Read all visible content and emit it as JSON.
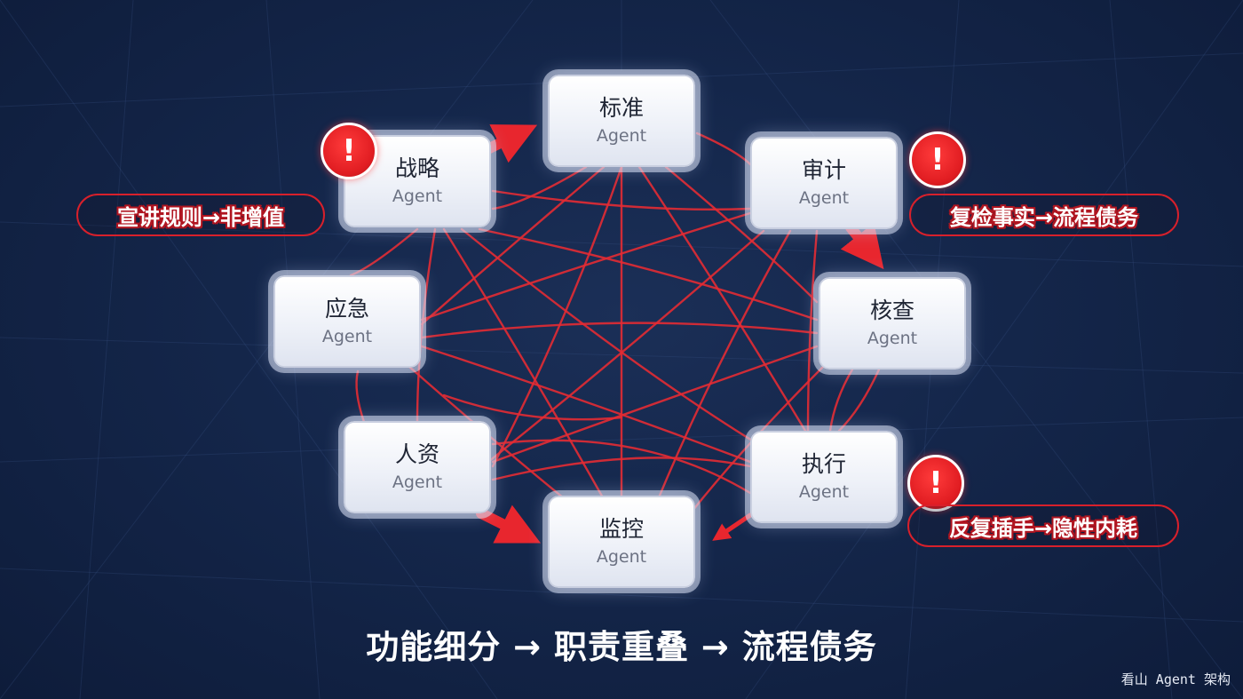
{
  "nodes": [
    {
      "id": "biaozhun",
      "name": "标准",
      "sub": "Agent"
    },
    {
      "id": "zhanlue",
      "name": "战略",
      "sub": "Agent"
    },
    {
      "id": "shenji",
      "name": "审计",
      "sub": "Agent"
    },
    {
      "id": "yingji",
      "name": "应急",
      "sub": "Agent"
    },
    {
      "id": "hecha",
      "name": "核查",
      "sub": "Agent"
    },
    {
      "id": "renzi",
      "name": "人资",
      "sub": "Agent"
    },
    {
      "id": "zhixing",
      "name": "执行",
      "sub": "Agent"
    },
    {
      "id": "jiankong",
      "name": "监控",
      "sub": "Agent"
    }
  ],
  "callouts": {
    "left": "宣讲规则→非增值",
    "right_top": "复检事实→流程债务",
    "right_bottom": "反复插手→隐性内耗"
  },
  "warning_symbol": "!",
  "headline": "功能细分 → 职责重叠 → 流程债务",
  "brand": "看山 Agent 架构",
  "colors": {
    "link": "#e32b33",
    "warn": "#e11d22",
    "background": "#14264a"
  }
}
